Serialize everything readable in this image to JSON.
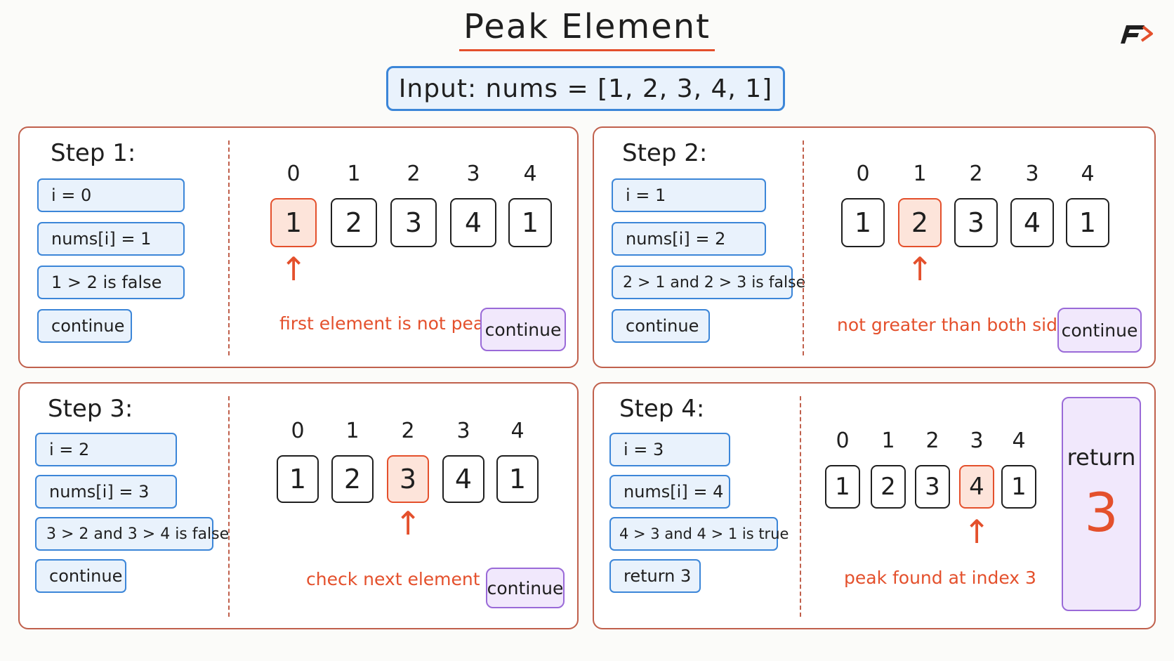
{
  "title": "Peak Element",
  "input": "Input: nums = [1, 2, 3, 4, 1]",
  "colors": {
    "accent_red": "#e4502c",
    "chip_blue": "#3c86d8",
    "button_purple": "#9a6ad8",
    "panel_border": "#c0604c"
  },
  "steps": [
    {
      "title": "Step 1:",
      "lines": [
        "i = 0",
        "nums[i] = 1",
        "1 > 2 is false",
        "continue"
      ],
      "indices": [
        "0",
        "1",
        "2",
        "3",
        "4"
      ],
      "values": [
        "1",
        "2",
        "3",
        "4",
        "1"
      ],
      "highlight": 0,
      "note": "first element is not peak",
      "button": "continue"
    },
    {
      "title": "Step 2:",
      "lines": [
        "i = 1",
        "nums[i] = 2",
        "2 > 1 and 2 > 3 is false",
        "continue"
      ],
      "indices": [
        "0",
        "1",
        "2",
        "3",
        "4"
      ],
      "values": [
        "1",
        "2",
        "3",
        "4",
        "1"
      ],
      "highlight": 1,
      "note": "not greater than both sides",
      "button": "continue"
    },
    {
      "title": "Step 3:",
      "lines": [
        "i = 2",
        "nums[i] = 3",
        "3 > 2 and 3 > 4 is false",
        "continue"
      ],
      "indices": [
        "0",
        "1",
        "2",
        "3",
        "4"
      ],
      "values": [
        "1",
        "2",
        "3",
        "4",
        "1"
      ],
      "highlight": 2,
      "note": "check next element",
      "button": "continue"
    },
    {
      "title": "Step 4:",
      "lines": [
        "i = 3",
        "nums[i] = 4",
        "4 > 3 and 4 > 1 is true",
        "return 3"
      ],
      "indices": [
        "0",
        "1",
        "2",
        "3",
        "4"
      ],
      "values": [
        "1",
        "2",
        "3",
        "4",
        "1"
      ],
      "highlight": 3,
      "note": "peak found at index 3"
    }
  ],
  "result": {
    "label": "return",
    "value": "3"
  }
}
